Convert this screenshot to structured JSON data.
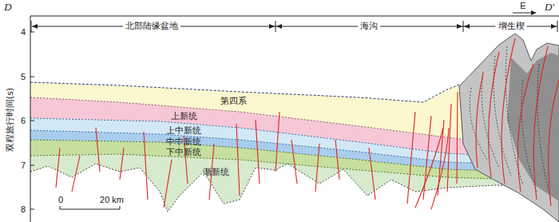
{
  "diagram": {
    "labels": [
      "D",
      "D′",
      "E",
      "北部陆缘盆地",
      "海沟",
      "增生楔",
      "双程旅行时间(s)",
      "4",
      "5",
      "6",
      "7",
      "8",
      "第四系",
      "上新统",
      "上中新统",
      "中中新统",
      "下中新统",
      "渐新统",
      "0",
      "20 km"
    ]
  }
}
